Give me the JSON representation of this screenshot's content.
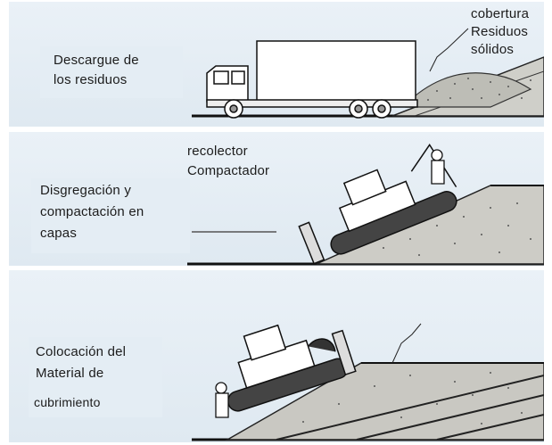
{
  "stage1": {
    "label_lines": [
      "Descargue de",
      "los residuos"
    ],
    "callout_lines": [
      "cobertura",
      "Residuos",
      "sólidos"
    ]
  },
  "stage2": {
    "label_lines": [
      "Disgregación y",
      "compactación en",
      "capas"
    ],
    "callout_lines": [
      "recolector",
      "Compactador"
    ]
  },
  "stage3": {
    "label_lines": [
      "Colocación del",
      "Material de",
      "cubrimiento"
    ]
  },
  "colors": {
    "panel": "#e4edf4",
    "ink": "#1c1c1c"
  },
  "icons": [
    "dump-truck-icon",
    "bulldozer-icon",
    "bulldozer-icon"
  ]
}
